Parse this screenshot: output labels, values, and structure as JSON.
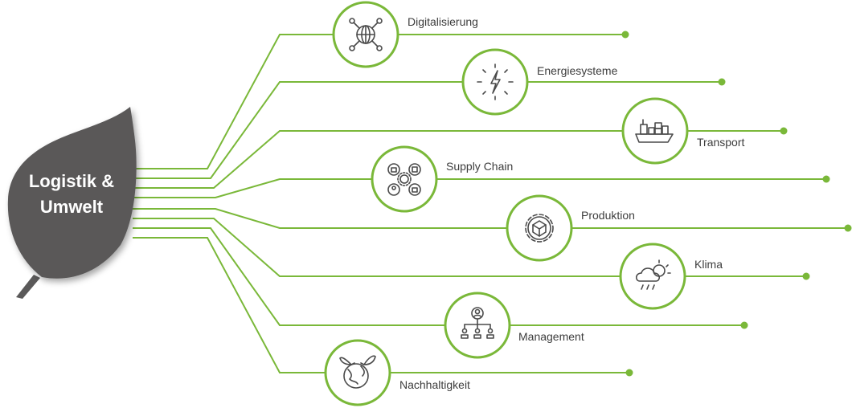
{
  "center": {
    "line1": "Logistik &",
    "line2": "Umwelt"
  },
  "colors": {
    "accent": "#7ab839",
    "leaf": "#5a5959",
    "icon": "#4a4a4a",
    "text": "#3d3d3d"
  },
  "branches": [
    {
      "label": "Digitalisierung",
      "icon": "globe-network-icon"
    },
    {
      "label": "Energiesysteme",
      "icon": "lightning-icon"
    },
    {
      "label": "Transport",
      "icon": "cargo-ship-icon"
    },
    {
      "label": "Supply Chain",
      "icon": "supply-chain-cycle-icon"
    },
    {
      "label": "Produktion",
      "icon": "gear-cube-icon"
    },
    {
      "label": "Klima",
      "icon": "cloud-sun-rain-icon"
    },
    {
      "label": "Management",
      "icon": "org-chart-icon"
    },
    {
      "label": "Nachhaltigkeit",
      "icon": "earth-leaf-icon"
    }
  ]
}
